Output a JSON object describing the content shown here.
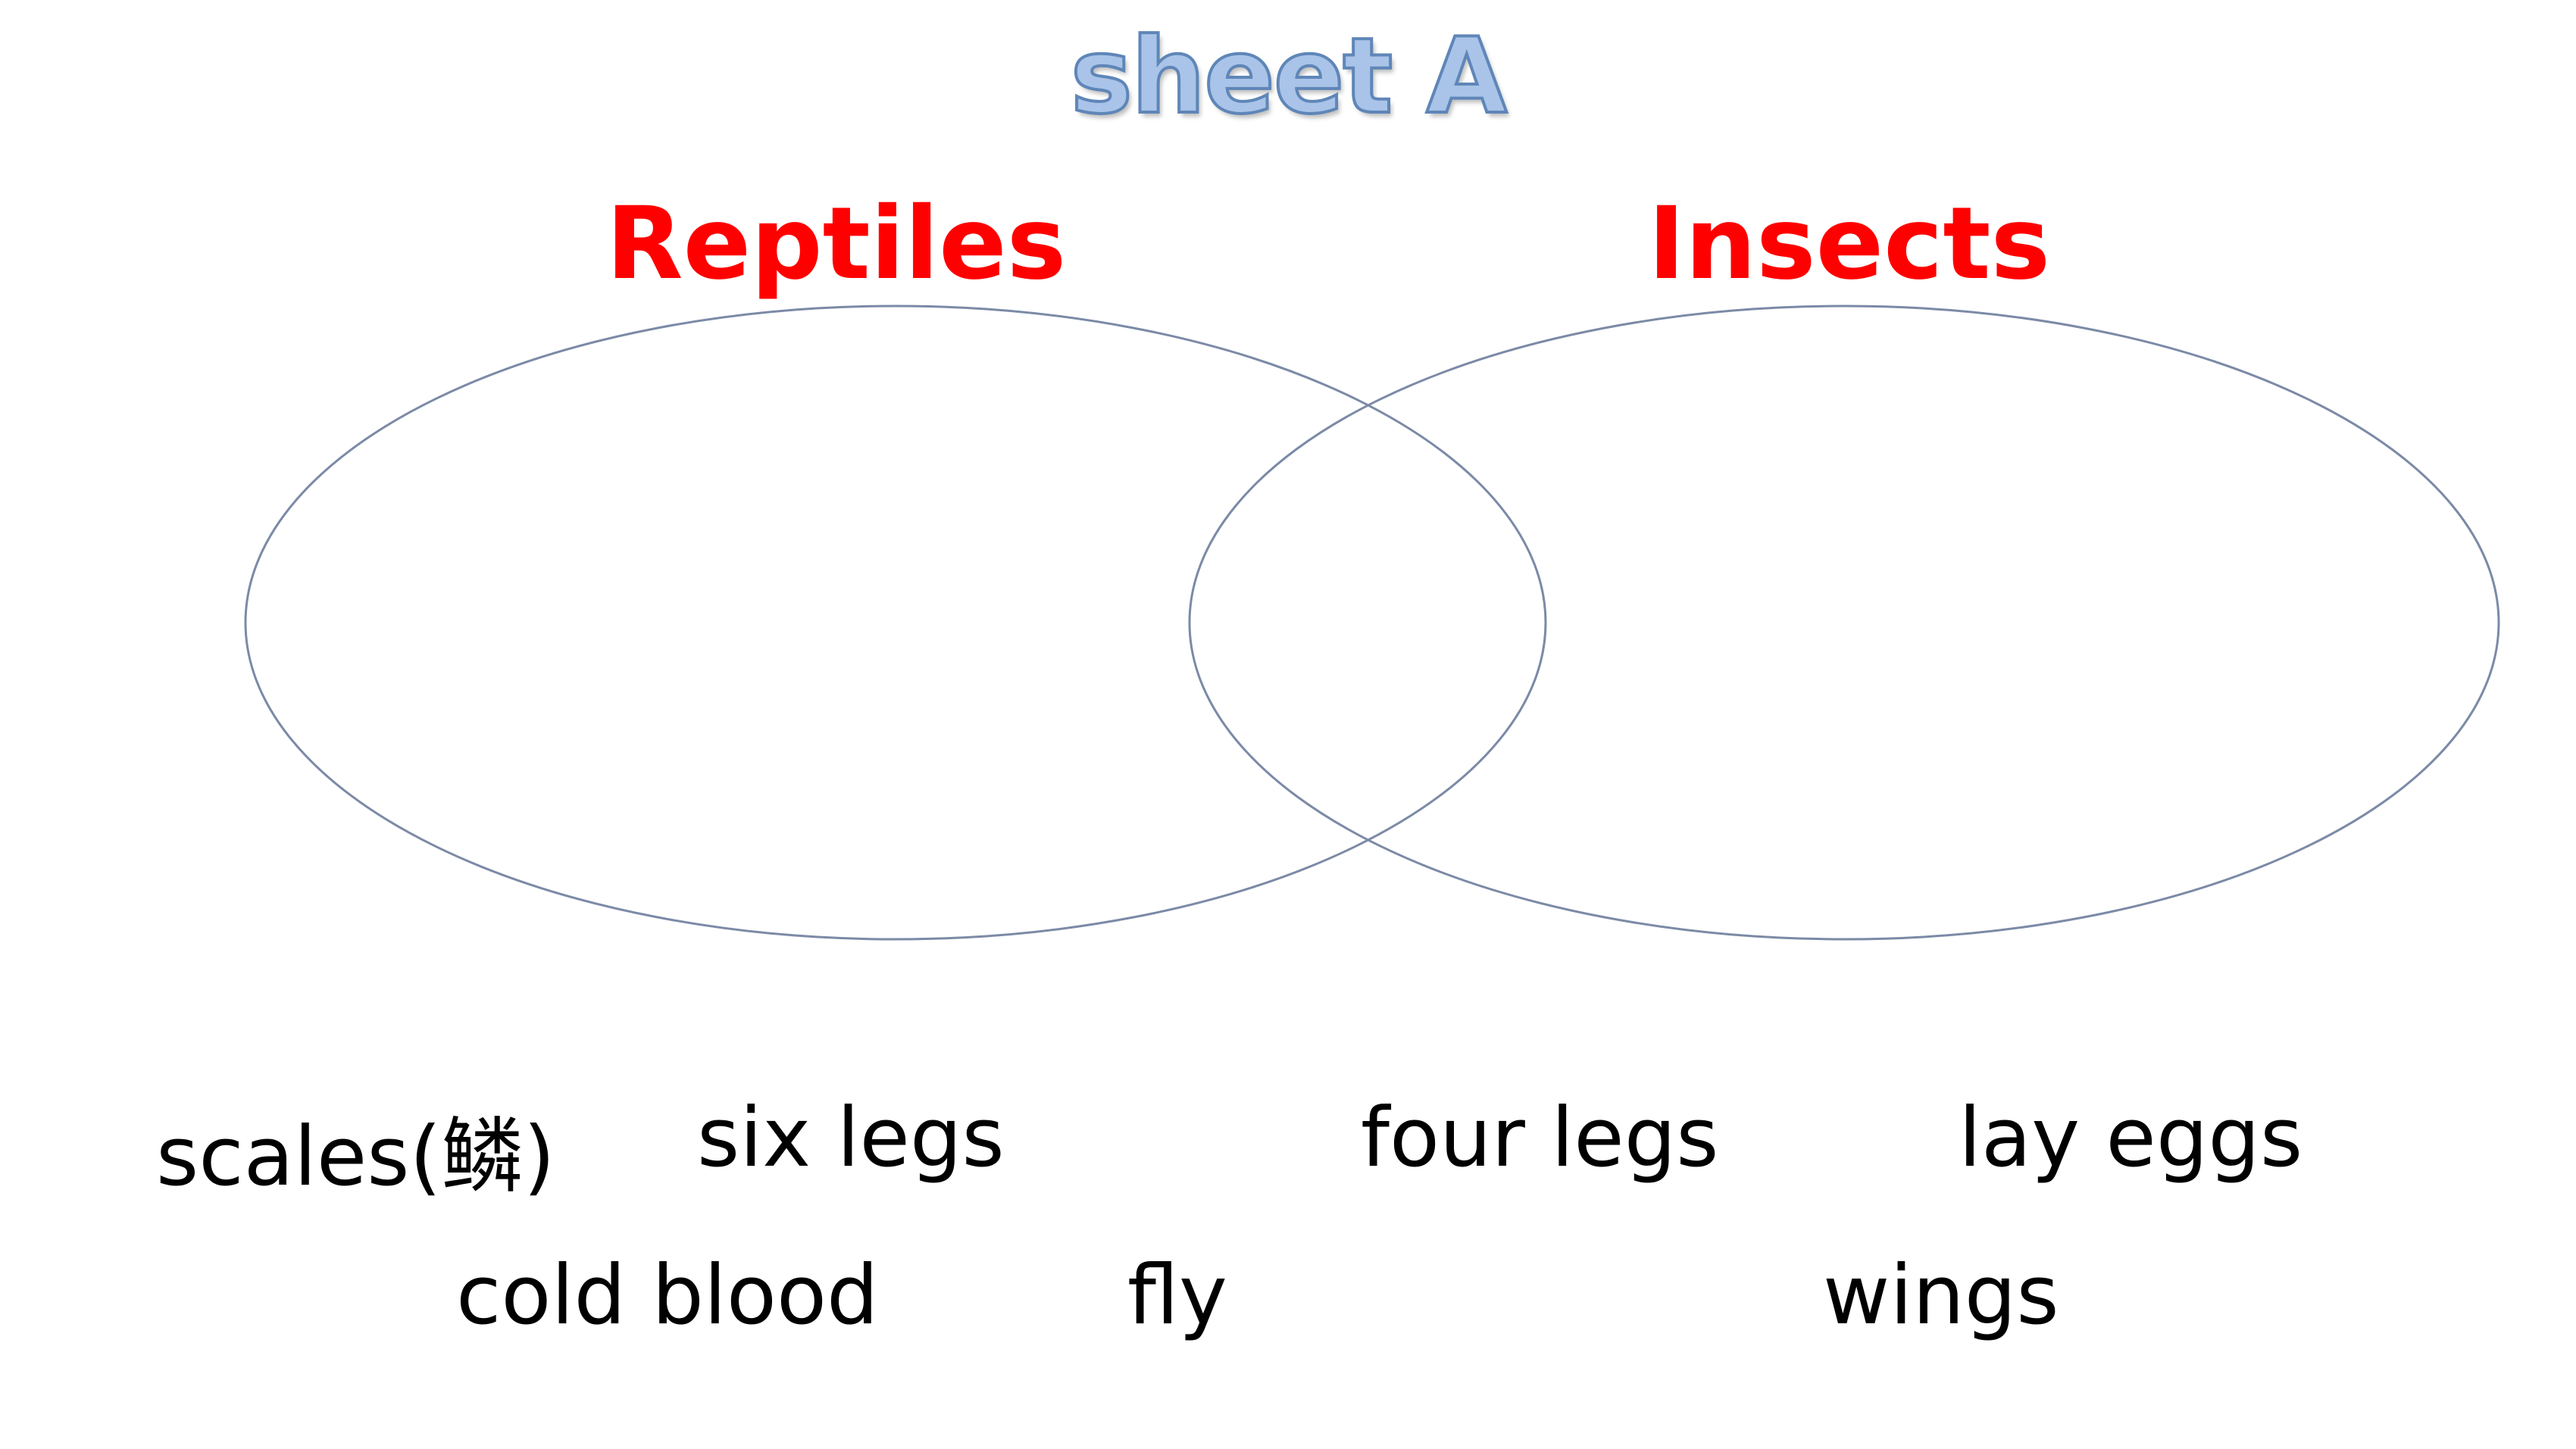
{
  "title": "sheet A",
  "sets": {
    "left": {
      "label": "Reptiles",
      "color": "#ff0000"
    },
    "right": {
      "label": "Insects",
      "color": "#ff0000"
    }
  },
  "words": {
    "w1": "scales(鳞)",
    "w2": "six legs",
    "w3": "four legs",
    "w4": "lay eggs",
    "w5": "cold blood",
    "w6": "fly",
    "w7": "wings"
  },
  "colors": {
    "ellipse_stroke": "#7b8aa6",
    "title_fill": "#a9c4e8",
    "title_stroke": "#5f86b8"
  }
}
